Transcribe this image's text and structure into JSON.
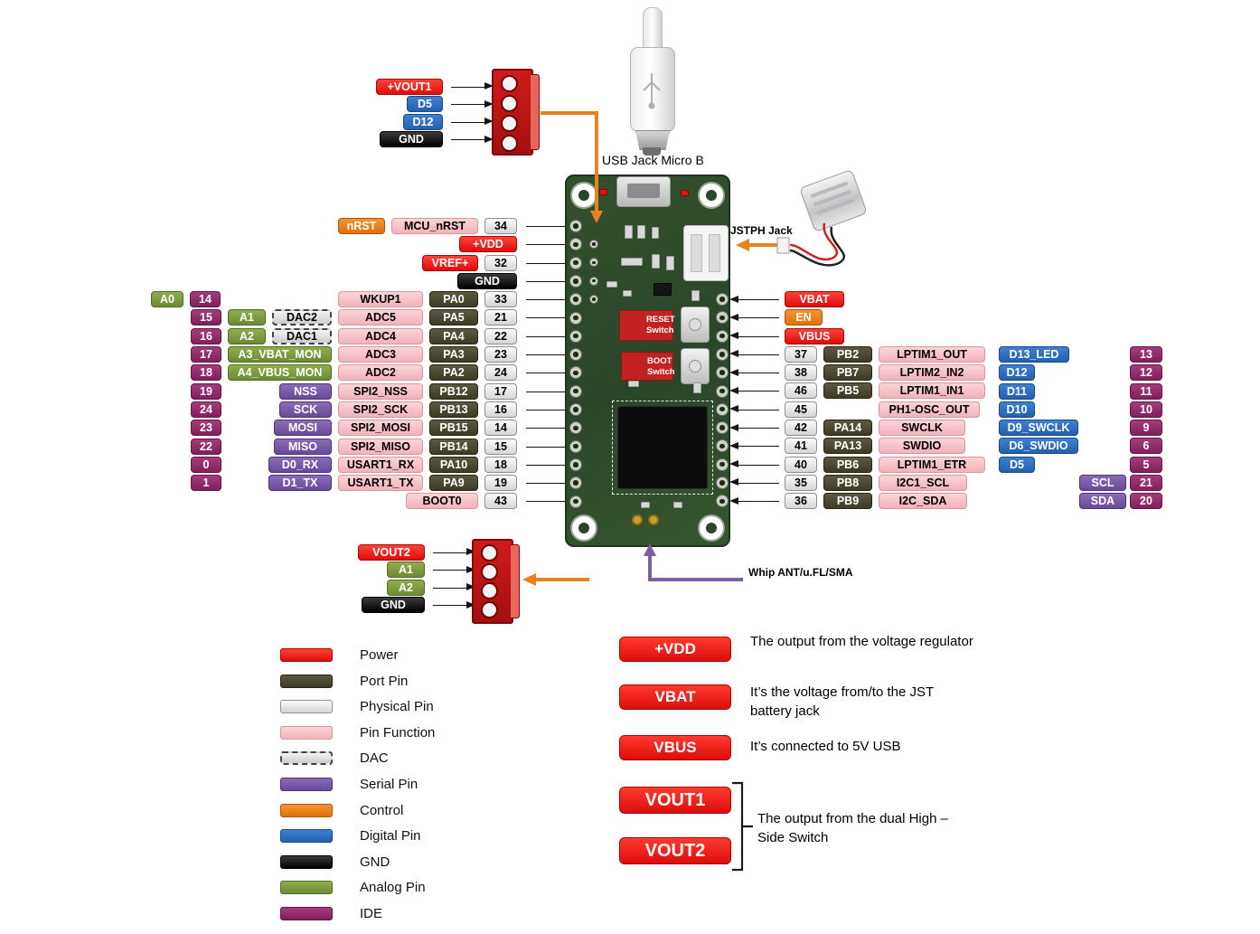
{
  "colors": {
    "power": "#e31010",
    "port": "#45412b",
    "physical": "#e6e6e6",
    "pin_function": "#f6c3c9",
    "dac": "#e0e0e0",
    "serial": "#7a5aa8",
    "control": "#e8821d",
    "digital": "#2e6fc0",
    "gnd": "#000000",
    "analog": "#7d9b40",
    "ide": "#8e2a66",
    "pcb": "#2f4d2b",
    "accent_orange": "#e8821d",
    "accent_purple": "#7b5ea7"
  },
  "captions": {
    "usb": "USB Jack Micro B",
    "jstph": "JSTPH Jack",
    "whip": "Whip ANT/u.FL/SMA"
  },
  "board": {
    "reset_line1": "RESET",
    "reset_line2": "Switch",
    "boot_line1": "BOOT",
    "boot_line2": "Switch"
  },
  "top_connector": {
    "labels": [
      {
        "t": "+VOUT1",
        "c": "power",
        "w": 74
      },
      {
        "t": "D5",
        "c": "digital",
        "w": 40
      },
      {
        "t": "D12",
        "c": "digital",
        "w": 44
      },
      {
        "t": "GND",
        "c": "gnd",
        "w": 70
      }
    ]
  },
  "bottom_connector": {
    "labels": [
      {
        "t": "VOUT2",
        "c": "power",
        "w": 74
      },
      {
        "t": "A1",
        "c": "analog",
        "w": 42
      },
      {
        "t": "A2",
        "c": "analog",
        "w": 42
      },
      {
        "t": "GND",
        "c": "gnd",
        "w": 70
      }
    ]
  },
  "left_rows": [
    [
      {
        "t": "nRST",
        "c": "control",
        "w": 52
      },
      {
        "t": "MCU_nRST",
        "c": "func",
        "w": 96
      },
      {
        "t": "34",
        "c": "phys"
      }
    ],
    [
      {
        "t": "+VDD",
        "c": "power",
        "w": 64
      }
    ],
    [
      {
        "t": "VREF+",
        "c": "power",
        "w": 62
      },
      {
        "t": "32",
        "c": "phys"
      }
    ],
    [
      {
        "t": "GND",
        "c": "gnd",
        "w": 66
      }
    ],
    [
      {
        "t": "A0",
        "c": "analog",
        "w": 36
      },
      {
        "t": "14",
        "c": "ide"
      },
      {
        "t": "",
        "c": "spacer",
        "w": 116
      },
      {
        "t": "WKUP1",
        "c": "func"
      },
      {
        "t": "PA0",
        "c": "port"
      },
      {
        "t": "33",
        "c": "phys"
      }
    ],
    [
      {
        "t": "15",
        "c": "ide"
      },
      {
        "t": "A1",
        "c": "analog",
        "w": 42
      },
      {
        "t": "DAC2",
        "c": "dac"
      },
      {
        "t": "ADC5",
        "c": "func"
      },
      {
        "t": "PA5",
        "c": "port"
      },
      {
        "t": "21",
        "c": "phys"
      }
    ],
    [
      {
        "t": "16",
        "c": "ide"
      },
      {
        "t": "A2",
        "c": "analog",
        "w": 42
      },
      {
        "t": "DAC1",
        "c": "dac"
      },
      {
        "t": "ADC4",
        "c": "func"
      },
      {
        "t": "PA4",
        "c": "port"
      },
      {
        "t": "22",
        "c": "phys"
      }
    ],
    [
      {
        "t": "17",
        "c": "ide"
      },
      {
        "t": "A3_VBAT_MON",
        "c": "analog",
        "w": 115
      },
      {
        "t": "ADC3",
        "c": "func"
      },
      {
        "t": "PA3",
        "c": "port"
      },
      {
        "t": "23",
        "c": "phys"
      }
    ],
    [
      {
        "t": "18",
        "c": "ide"
      },
      {
        "t": "A4_VBUS_MON",
        "c": "analog",
        "w": 115
      },
      {
        "t": "ADC2",
        "c": "func"
      },
      {
        "t": "PA2",
        "c": "port"
      },
      {
        "t": "24",
        "c": "phys"
      }
    ],
    [
      {
        "t": "19",
        "c": "ide"
      },
      {
        "t": "",
        "c": "spacer",
        "w": 50
      },
      {
        "t": "NSS",
        "c": "serial",
        "w": 58
      },
      {
        "t": "SPI2_NSS",
        "c": "func"
      },
      {
        "t": "PB12",
        "c": "port"
      },
      {
        "t": "17",
        "c": "phys"
      }
    ],
    [
      {
        "t": "24",
        "c": "ide"
      },
      {
        "t": "",
        "c": "spacer",
        "w": 50
      },
      {
        "t": "SCK",
        "c": "serial",
        "w": 58
      },
      {
        "t": "SPI2_SCK",
        "c": "func"
      },
      {
        "t": "PB13",
        "c": "port"
      },
      {
        "t": "16",
        "c": "phys"
      }
    ],
    [
      {
        "t": "23",
        "c": "ide"
      },
      {
        "t": "",
        "c": "spacer",
        "w": 44
      },
      {
        "t": "MOSI",
        "c": "serial",
        "w": 64
      },
      {
        "t": "SPI2_MOSI",
        "c": "func"
      },
      {
        "t": "PB15",
        "c": "port"
      },
      {
        "t": "14",
        "c": "phys"
      }
    ],
    [
      {
        "t": "22",
        "c": "ide"
      },
      {
        "t": "",
        "c": "spacer",
        "w": 44
      },
      {
        "t": "MISO",
        "c": "serial",
        "w": 64
      },
      {
        "t": "SPI2_MISO",
        "c": "func"
      },
      {
        "t": "PB14",
        "c": "port"
      },
      {
        "t": "15",
        "c": "phys"
      }
    ],
    [
      {
        "t": "0",
        "c": "ide"
      },
      {
        "t": "",
        "c": "spacer",
        "w": 38
      },
      {
        "t": "D0_RX",
        "c": "serial",
        "w": 70
      },
      {
        "t": "USART1_RX",
        "c": "func"
      },
      {
        "t": "PA10",
        "c": "port"
      },
      {
        "t": "18",
        "c": "phys"
      }
    ],
    [
      {
        "t": "1",
        "c": "ide"
      },
      {
        "t": "",
        "c": "spacer",
        "w": 38
      },
      {
        "t": "D1_TX",
        "c": "serial",
        "w": 70
      },
      {
        "t": "USART1_TX",
        "c": "func"
      },
      {
        "t": "PA9",
        "c": "port"
      },
      {
        "t": "19",
        "c": "phys"
      }
    ],
    [
      {
        "t": "BOOT0",
        "c": "func",
        "w": 80
      },
      {
        "t": "43",
        "c": "phys"
      }
    ]
  ],
  "right_rows": [
    [
      {
        "t": "VBAT",
        "c": "power",
        "w": 66
      }
    ],
    [
      {
        "t": "EN",
        "c": "control",
        "w": 42
      }
    ],
    [
      {
        "t": "VBUS",
        "c": "power",
        "w": 66
      }
    ],
    [
      {
        "t": "37",
        "c": "phys"
      },
      {
        "t": "PB2",
        "c": "port"
      },
      {
        "t": "LPTIM1_OUT",
        "c": "func",
        "w": 118
      }
    ],
    [
      {
        "t": "38",
        "c": "phys"
      },
      {
        "t": "PB7",
        "c": "port"
      },
      {
        "t": "LPTIM2_IN2",
        "c": "func",
        "w": 118
      }
    ],
    [
      {
        "t": "46",
        "c": "phys"
      },
      {
        "t": "PB5",
        "c": "port"
      },
      {
        "t": "LPTIM1_IN1",
        "c": "func",
        "w": 118
      }
    ],
    [
      {
        "t": "45",
        "c": "phys"
      },
      {
        "t": "",
        "c": "spacer",
        "w": 54
      },
      {
        "t": "PH1-OSC_OUT",
        "c": "func",
        "w": 112
      }
    ],
    [
      {
        "t": "42",
        "c": "phys"
      },
      {
        "t": "PA14",
        "c": "port"
      },
      {
        "t": "SWCLK",
        "c": "func",
        "w": 96
      }
    ],
    [
      {
        "t": "41",
        "c": "phys"
      },
      {
        "t": "PA13",
        "c": "port"
      },
      {
        "t": "SWDIO",
        "c": "func",
        "w": 96
      }
    ],
    [
      {
        "t": "40",
        "c": "phys"
      },
      {
        "t": "PB6",
        "c": "port"
      },
      {
        "t": "LPTIM1_ETR",
        "c": "func",
        "w": 118
      }
    ],
    [
      {
        "t": "35",
        "c": "phys"
      },
      {
        "t": "PB8",
        "c": "port"
      },
      {
        "t": "I2C1_SCL",
        "c": "func",
        "w": 98
      }
    ],
    [
      {
        "t": "36",
        "c": "phys"
      },
      {
        "t": "PB9",
        "c": "port"
      },
      {
        "t": "I2C_SDA",
        "c": "func",
        "w": 98
      }
    ]
  ],
  "digital_col": [
    {
      "t": "D13_LED",
      "c": "digital",
      "w": 78
    },
    {
      "t": "D12",
      "c": "digital",
      "w": 40
    },
    {
      "t": "D11",
      "c": "digital",
      "w": 40
    },
    {
      "t": "D10",
      "c": "digital",
      "w": 40
    },
    {
      "t": "D9_SWCLK",
      "c": "digital",
      "w": 88
    },
    {
      "t": "D6_SWDIO",
      "c": "digital",
      "w": 88
    },
    {
      "t": "D5",
      "c": "digital",
      "w": 40
    },
    {
      "t": "SCL",
      "c": "serial",
      "w": 52,
      "align": "end"
    },
    {
      "t": "SDA",
      "c": "serial",
      "w": 52,
      "align": "end"
    }
  ],
  "far_numbers": [
    "13",
    "12",
    "11",
    "10",
    "9",
    "6",
    "5",
    "21",
    "20"
  ],
  "legend": [
    {
      "label": "Power",
      "c": "power"
    },
    {
      "label": "Port Pin",
      "c": "port"
    },
    {
      "label": "Physical Pin",
      "c": "phys"
    },
    {
      "label": "Pin Function",
      "c": "func"
    },
    {
      "label": "DAC",
      "c": "dac"
    },
    {
      "label": "Serial Pin",
      "c": "serial"
    },
    {
      "label": "Control",
      "c": "control"
    },
    {
      "label": "Digital Pin",
      "c": "digital"
    },
    {
      "label": "GND",
      "c": "gnd"
    },
    {
      "label": "Analog Pin",
      "c": "analog"
    },
    {
      "label": "IDE",
      "c": "ide"
    }
  ],
  "info_items": [
    {
      "pin": "+VDD",
      "desc": "The output from the voltage regulator"
    },
    {
      "pin": "VBAT",
      "desc": "It’s the voltage from/to the JST battery jack"
    },
    {
      "pin": "VBUS",
      "desc": "It’s connected to 5V USB"
    }
  ],
  "info_group": {
    "pins": [
      "VOUT1",
      "VOUT2"
    ],
    "desc": "The output from the dual High – Side Switch"
  }
}
